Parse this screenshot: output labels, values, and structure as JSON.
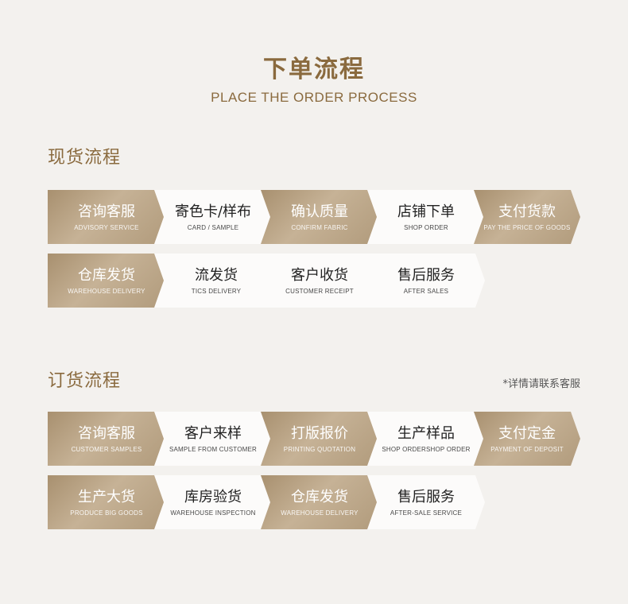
{
  "header": {
    "title": "下单流程",
    "subtitle": "PLACE THE ORDER PROCESS"
  },
  "spot": {
    "title": "现货流程",
    "row1": [
      {
        "cn": "咨询客服",
        "en": "ADVISORY SERVICE"
      },
      {
        "cn": "寄色卡/样布",
        "en": "CARD / SAMPLE"
      },
      {
        "cn": "确认质量",
        "en": "CONFIRM FABRIC"
      },
      {
        "cn": "店铺下单",
        "en": "SHOP ORDER"
      },
      {
        "cn": "支付货款",
        "en": "PAY THE PRICE OF GOODS"
      }
    ],
    "row2": [
      {
        "cn": "仓库发货",
        "en": "WAREHOUSE DELIVERY"
      },
      {
        "cn": "流发货",
        "en": "TICS DELIVERY"
      },
      {
        "cn": "客户收货",
        "en": "CUSTOMER RECEIPT"
      },
      {
        "cn": "售后服务",
        "en": "AFTER SALES"
      }
    ]
  },
  "order": {
    "title": "订货流程",
    "note": "*详情请联系客服",
    "row1": [
      {
        "cn": "咨询客服",
        "en": "CUSTOMER SAMPLES"
      },
      {
        "cn": "客户来样",
        "en": "SAMPLE FROM CUSTOMER"
      },
      {
        "cn": "打版报价",
        "en": "PRINTING QUOTATION"
      },
      {
        "cn": "生产样品",
        "en": "SHOP ORDERSHOP ORDER"
      },
      {
        "cn": "支付定金",
        "en": "PAYMENT OF DEPOSIT"
      }
    ],
    "row2": [
      {
        "cn": "生产大货",
        "en": "PRODUCE BIG GOODS"
      },
      {
        "cn": "库房验货",
        "en": "WAREHOUSE INSPECTION"
      },
      {
        "cn": "仓库发货",
        "en": "WAREHOUSE DELIVERY"
      },
      {
        "cn": "售后服务",
        "en": "AFTER-SALE SERVICE"
      }
    ]
  }
}
